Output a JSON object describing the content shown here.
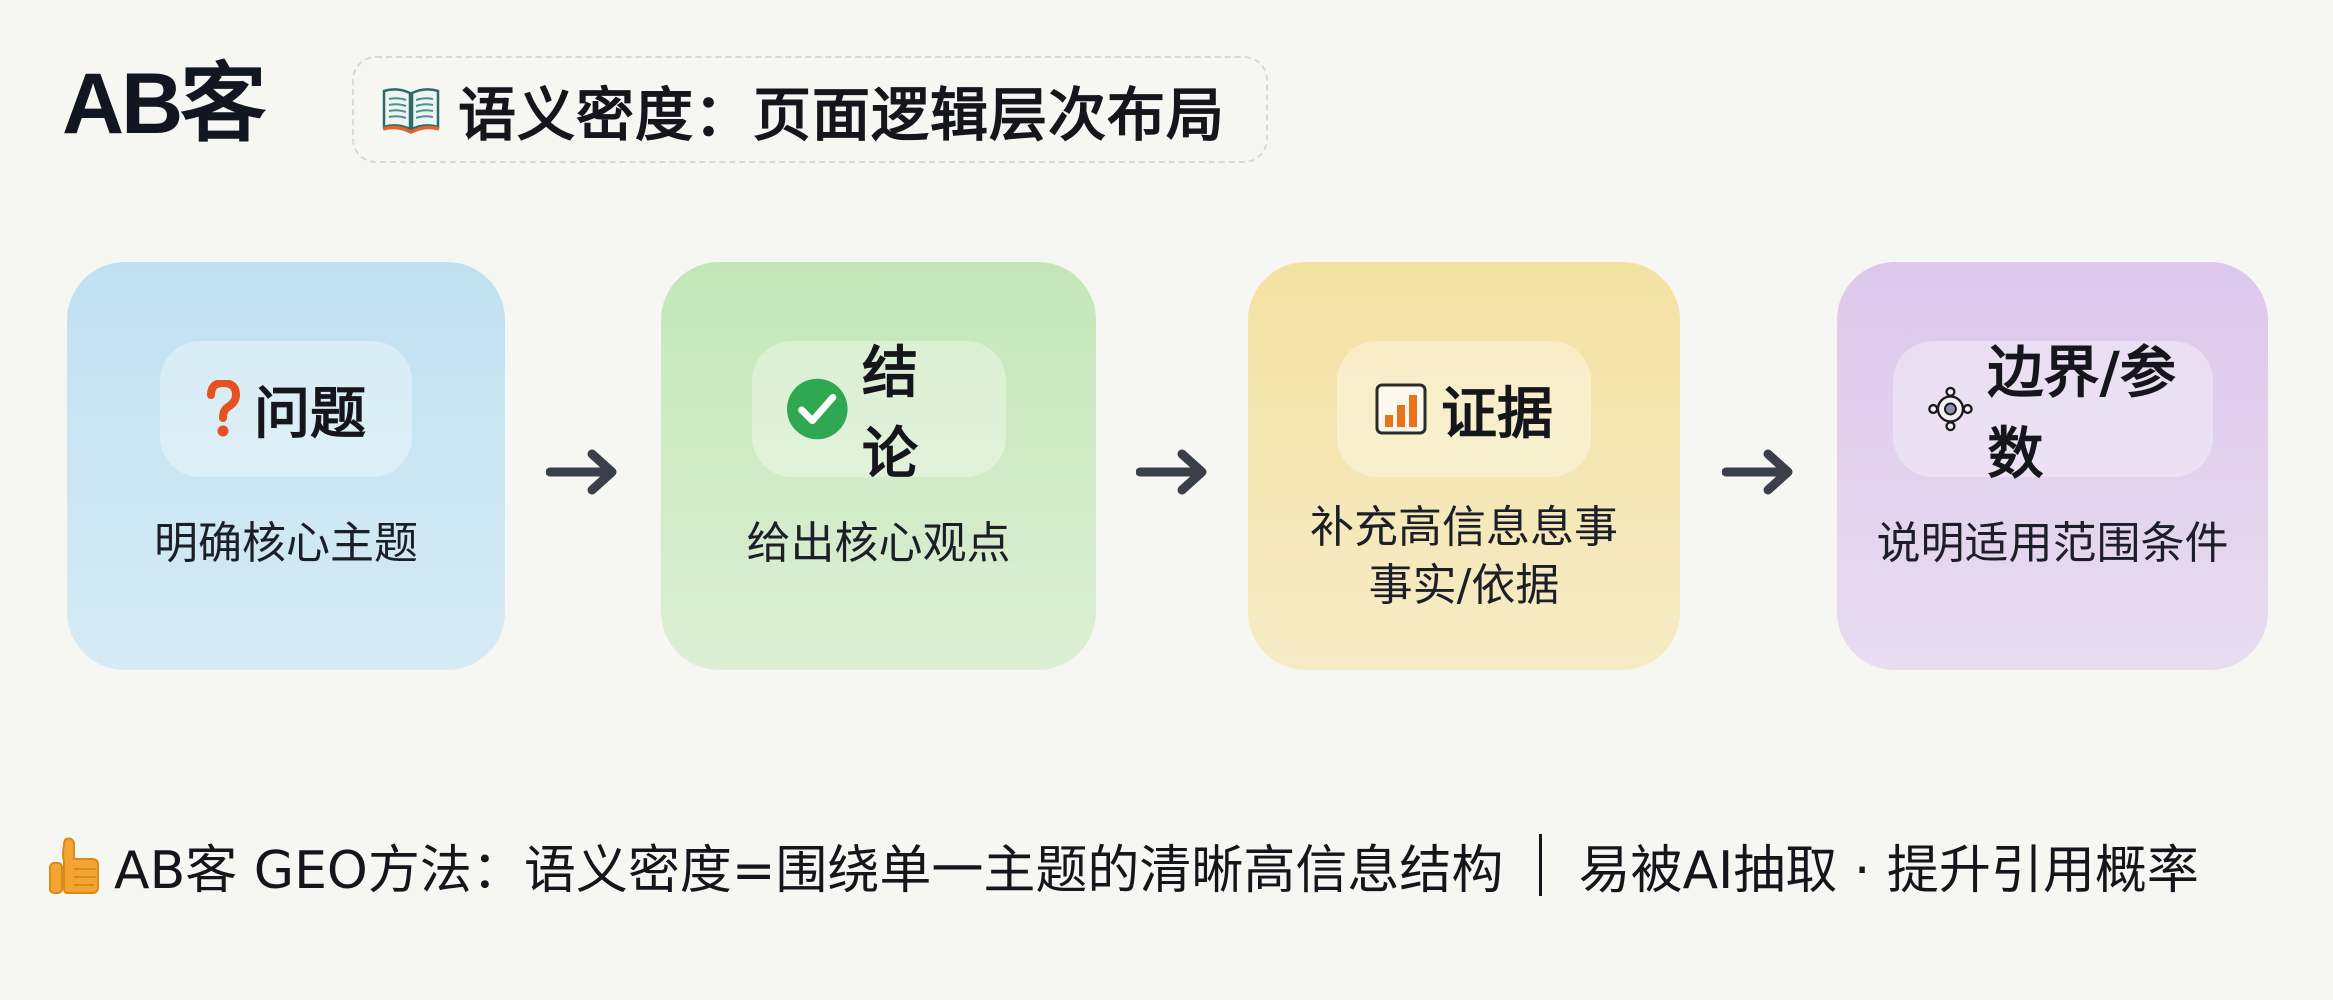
{
  "header": {
    "logo": "AB客",
    "title_icon": "open-book-icon",
    "title": "语义密度：页面逻辑层次布局"
  },
  "flow": {
    "steps": [
      {
        "icon": "question-mark-icon",
        "label": "问题",
        "description": [
          "明确核心主题"
        ],
        "color": "#bfe1f1"
      },
      {
        "icon": "check-circle-icon",
        "label": "结论",
        "description": [
          "给出核心观点"
        ],
        "color": "#c4e7b8"
      },
      {
        "icon": "bar-chart-icon",
        "label": "证据",
        "description": [
          "补充高信息息事",
          "事实/依据"
        ],
        "color": "#f4e2a2"
      },
      {
        "icon": "crosshair-target-icon",
        "label": "边界/参数",
        "description": [
          "说明适用范围条件"
        ],
        "color": "#dcc8ec"
      }
    ],
    "arrow_color": "#3b3f4a"
  },
  "footer": {
    "icon": "thumbs-up-icon",
    "text_left": "AB客 GEO方法：语义密度=围绕单一主题的清晰高信息结构",
    "text_right": "易被AI抽取 · 提升引用概率"
  }
}
